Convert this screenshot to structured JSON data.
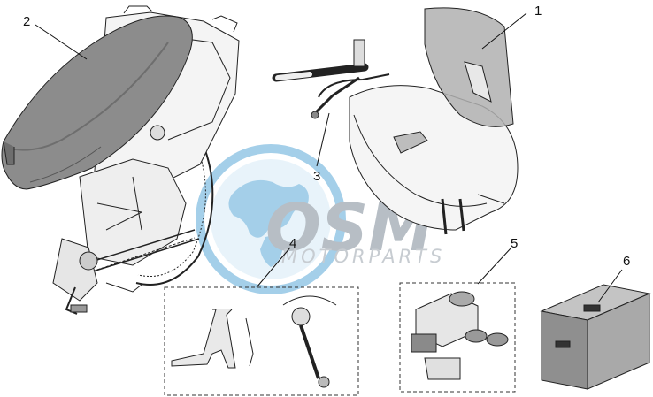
{
  "diagram": {
    "callouts": [
      {
        "id": "1",
        "label": "1"
      },
      {
        "id": "2",
        "label": "2"
      },
      {
        "id": "3",
        "label": "3"
      },
      {
        "id": "4",
        "label": "4"
      },
      {
        "id": "5",
        "label": "5"
      },
      {
        "id": "6",
        "label": "6"
      }
    ]
  },
  "watermark": {
    "logo_text": "OSM",
    "tagline": "MOTORPARTS",
    "colors": {
      "globe": "#5aa8d8",
      "logo": "#7d8a97"
    }
  },
  "colors": {
    "seat": "#8c8c8c",
    "seat_dark": "#6e6e6e",
    "windscreen": "#b0b0b0",
    "box": "#9a9a9a",
    "box_top": "#c4c4c4",
    "line": "#222222"
  }
}
